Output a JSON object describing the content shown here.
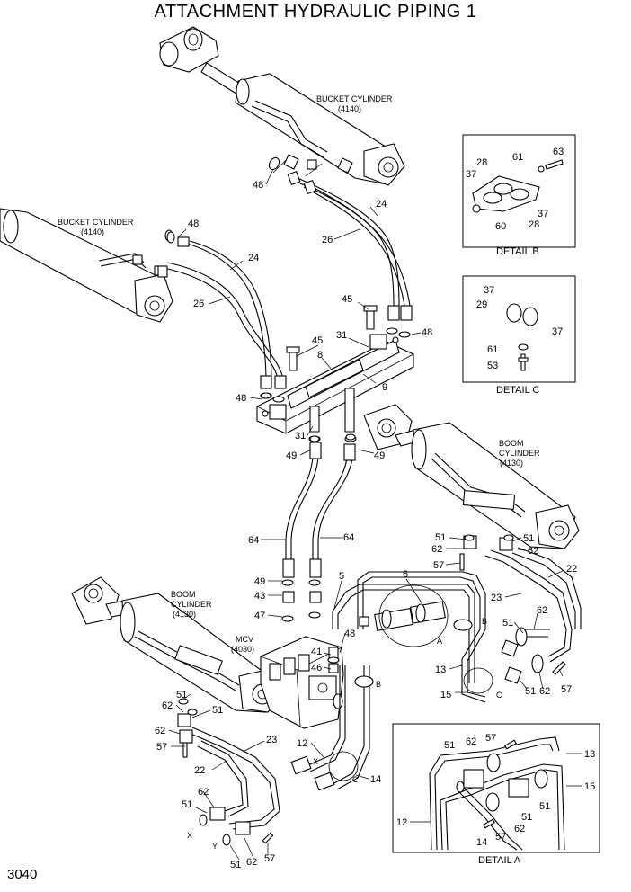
{
  "title": "ATTACHMENT HYDRAULIC PIPING 1",
  "page_number": "3040",
  "components": {
    "bucket_cylinder_top": "BUCKET CYLINDER",
    "bucket_cylinder_top_code": "(4140)",
    "bucket_cylinder_left": "BUCKET CYLINDER",
    "bucket_cylinder_left_code": "(4140)",
    "boom_cylinder_right_1": "BOOM",
    "boom_cylinder_right_2": "CYLINDER",
    "boom_cylinder_right_code": "(4130)",
    "boom_cylinder_left_1": "BOOM",
    "boom_cylinder_left_2": "CYLINDER",
    "boom_cylinder_left_code": "(4130)",
    "mcv": "MCV",
    "mcv_code": "(4030)"
  },
  "details": {
    "b": {
      "caption": "DETAIL B",
      "parts": [
        "63",
        "61",
        "28",
        "37",
        "37",
        "28",
        "60"
      ]
    },
    "c": {
      "caption": "DETAIL C",
      "parts": [
        "37",
        "29",
        "37",
        "61",
        "53"
      ]
    },
    "a": {
      "caption": "DETAIL A",
      "parts": [
        "57",
        "51",
        "62",
        "13",
        "15",
        "51",
        "51",
        "12",
        "14",
        "57",
        "62"
      ]
    }
  },
  "letters": {
    "a": "A",
    "b": "B",
    "c": "C",
    "b2": "B",
    "c2": "C",
    "x": "X",
    "y": "Y",
    "c3": "C",
    "x2": "X"
  },
  "callouts": {
    "p48a": "48",
    "p24a": "24",
    "p26a": "26",
    "p48b": "48",
    "p24b": "24",
    "p26b": "26",
    "p45a": "45",
    "p45b": "45",
    "p31a": "31",
    "p8": "8",
    "p48c": "48",
    "p48d": "48",
    "p9": "9",
    "p31b": "31",
    "p49a": "49",
    "p49b": "49",
    "p64a": "64",
    "p64b": "64",
    "p49c": "49",
    "p43": "43",
    "p47": "47",
    "p5": "5",
    "p6": "6",
    "p48e": "48",
    "p41": "41",
    "p46": "46",
    "p51a": "51",
    "p51b": "51",
    "p62a": "62",
    "p62b": "62",
    "p57a": "57",
    "p22a": "22",
    "p23a": "23",
    "p51c": "51",
    "p62c": "62",
    "p13": "13",
    "p15": "15",
    "p51d": "51",
    "p62d": "62",
    "p57b": "57",
    "p51e": "51",
    "p62e": "62",
    "p51f": "51",
    "p62f": "62",
    "p57c": "57",
    "p23b": "23",
    "p22b": "22",
    "p12": "12",
    "p14": "14",
    "p51g": "51",
    "p62g": "62",
    "p51h": "51",
    "p62h": "62",
    "p57d": "57"
  }
}
